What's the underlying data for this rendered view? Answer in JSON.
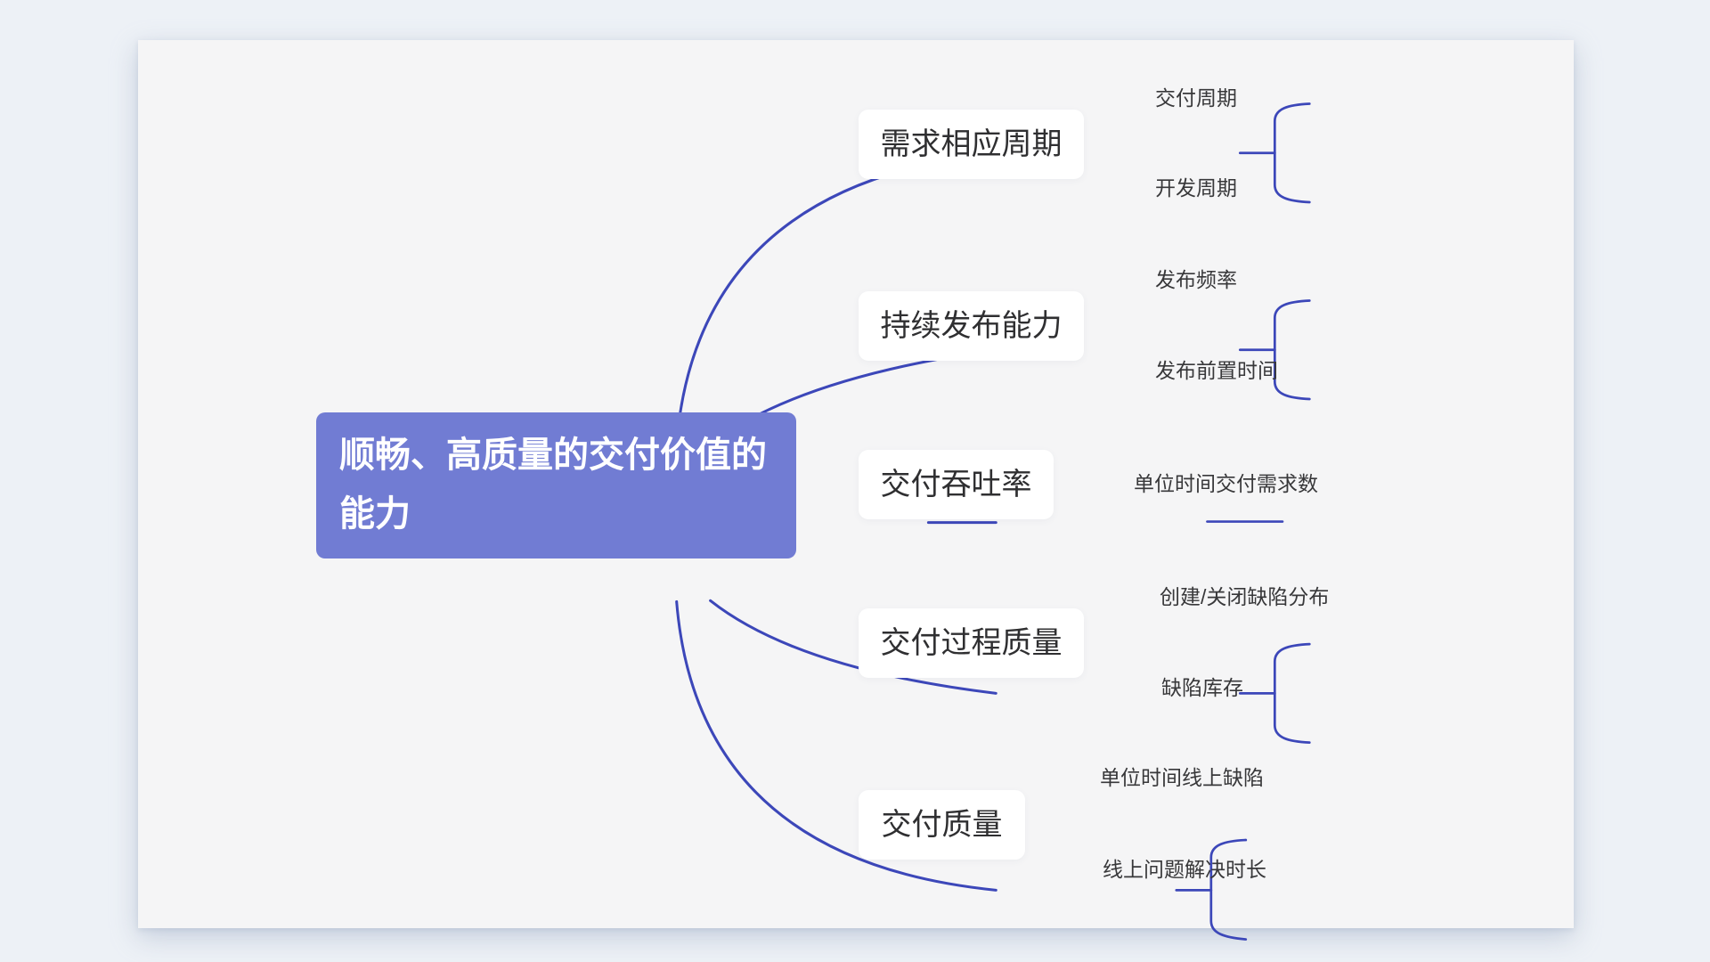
{
  "app": {
    "background_color": "#edf1f6",
    "canvas_background_color": "#f5f5f6"
  },
  "colors": {
    "root_node_background": "#717cd3",
    "root_node_text": "#ffffff",
    "branch_node_background": "#ffffff",
    "branch_node_text": "#2f2f31",
    "leaf_text": "#38383a",
    "connector_line": "#3c47b9"
  },
  "mindmap": {
    "root": {
      "label": "顺畅、高质量的交付价值的能力"
    },
    "branches": [
      {
        "label": "需求相应周期",
        "children": [
          {
            "label": "交付周期"
          },
          {
            "label": "开发周期"
          }
        ]
      },
      {
        "label": "持续发布能力",
        "children": [
          {
            "label": "发布频率"
          },
          {
            "label": "发布前置时间"
          }
        ]
      },
      {
        "label": "交付吞吐率",
        "children": [
          {
            "label": "单位时间交付需求数"
          }
        ]
      },
      {
        "label": "交付过程质量",
        "children": [
          {
            "label": "创建/关闭缺陷分布"
          },
          {
            "label": "缺陷库存"
          }
        ]
      },
      {
        "label": "交付质量",
        "children": [
          {
            "label": "单位时间线上缺陷"
          },
          {
            "label": "线上问题解决时长"
          }
        ]
      }
    ]
  }
}
